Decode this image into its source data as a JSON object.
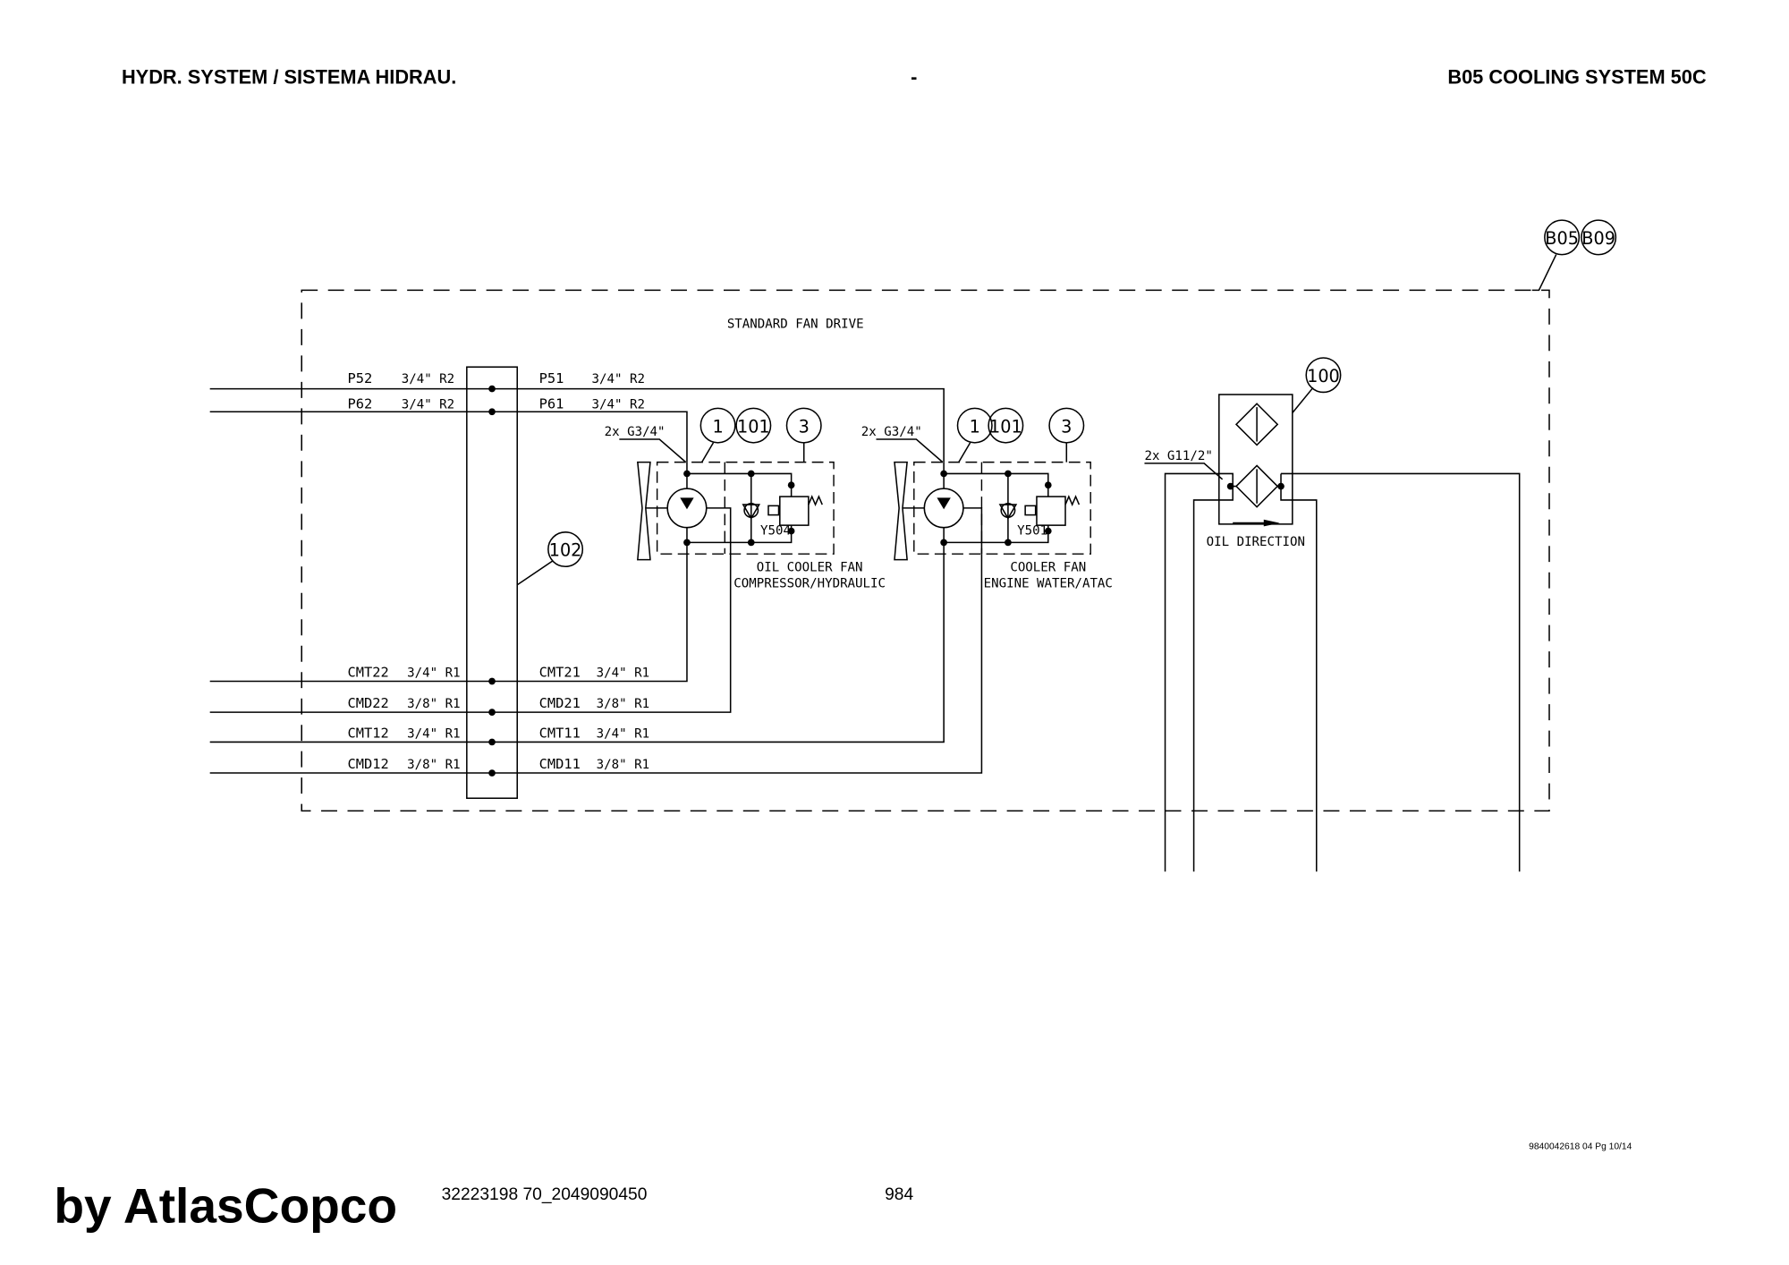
{
  "header": {
    "left": "HYDR. SYSTEM / SISTEMA HIDRAU.",
    "center": "-",
    "right": "B05 COOLING SYSTEM 50C"
  },
  "diagram": {
    "ref_bubbles": [
      "B05",
      "B09"
    ],
    "group_title": "STANDARD FAN DRIVE",
    "ports_left": [
      {
        "id": "P52",
        "spec": "3/4\" R2"
      },
      {
        "id": "P62",
        "spec": "3/4\" R2"
      },
      {
        "id": "CMT22",
        "spec": "3/4\" R1"
      },
      {
        "id": "CMD22",
        "spec": "3/8\" R1"
      },
      {
        "id": "CMT12",
        "spec": "3/4\" R1"
      },
      {
        "id": "CMD12",
        "spec": "3/8\" R1"
      }
    ],
    "ports_right": [
      {
        "id": "P51",
        "spec": "3/4\" R2"
      },
      {
        "id": "P61",
        "spec": "3/4\" R2"
      },
      {
        "id": "CMT21",
        "spec": "3/4\" R1"
      },
      {
        "id": "CMD21",
        "spec": "3/8\" R1"
      },
      {
        "id": "CMT11",
        "spec": "3/4\" R1"
      },
      {
        "id": "CMD11",
        "spec": "3/8\" R1"
      }
    ],
    "manifold_bubble": "102",
    "modules": [
      {
        "bubbles": [
          "1",
          "101",
          "3"
        ],
        "port_note": "2x G3/4\"",
        "valve": "Y504",
        "label1": "OIL COOLER FAN",
        "label2": "COMPRESSOR/HYDRAULIC"
      },
      {
        "bubbles": [
          "1",
          "101",
          "3"
        ],
        "port_note": "2x G3/4\"",
        "valve": "Y501",
        "label1": "COOLER FAN",
        "label2": "ENGINE WATER/ATAC"
      }
    ],
    "cooler": {
      "bubble": "100",
      "port_note": "2x G11/2\"",
      "direction_label": "OIL DIRECTION"
    }
  },
  "footer": {
    "doc_ref": "9840042618 04 Pg 10/14",
    "page_number": "984",
    "part_code": "32223198 70_2049090450",
    "watermark": "by AtlasCopco"
  }
}
